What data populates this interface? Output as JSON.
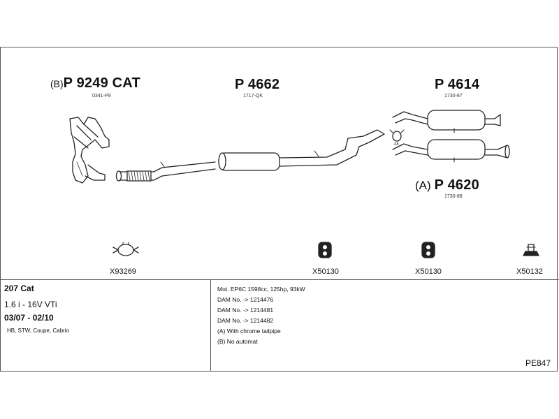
{
  "parts": {
    "manifold": {
      "prefix": "(B)",
      "number": "P 9249 CAT",
      "ref": "0341-P9"
    },
    "middle": {
      "number": "P 4662",
      "ref": "1717-QK"
    },
    "rear_upper": {
      "number": "P 4614",
      "ref": "1730-87"
    },
    "rear_lower": {
      "prefix": "(A)",
      "number": "P 4620",
      "ref": "1730-88"
    },
    "clamp_size": "48"
  },
  "fittings": [
    {
      "code": "X93269",
      "icon": "clamp-icon"
    },
    {
      "code": "X50130",
      "icon": "rubber-mount-icon"
    },
    {
      "code": "X50130",
      "icon": "rubber-mount-icon"
    },
    {
      "code": "X50132",
      "icon": "hanger-icon"
    }
  ],
  "vehicle": {
    "model": "207 Cat",
    "engine": "1.6 i - 16V VTi",
    "years": "03/07 - 02/10",
    "bodies": "HB, STW, Coupe, Cabrio"
  },
  "notes": [
    "Mot. EP6C 1598cc, 125hp, 93kW",
    "DAM No. -> 1214476",
    "DAM No. -> 1214481",
    "DAM No. -> 1214482",
    "(A) With chrome tailpipe",
    "(B) No automat"
  ],
  "kit_code": "PE847"
}
